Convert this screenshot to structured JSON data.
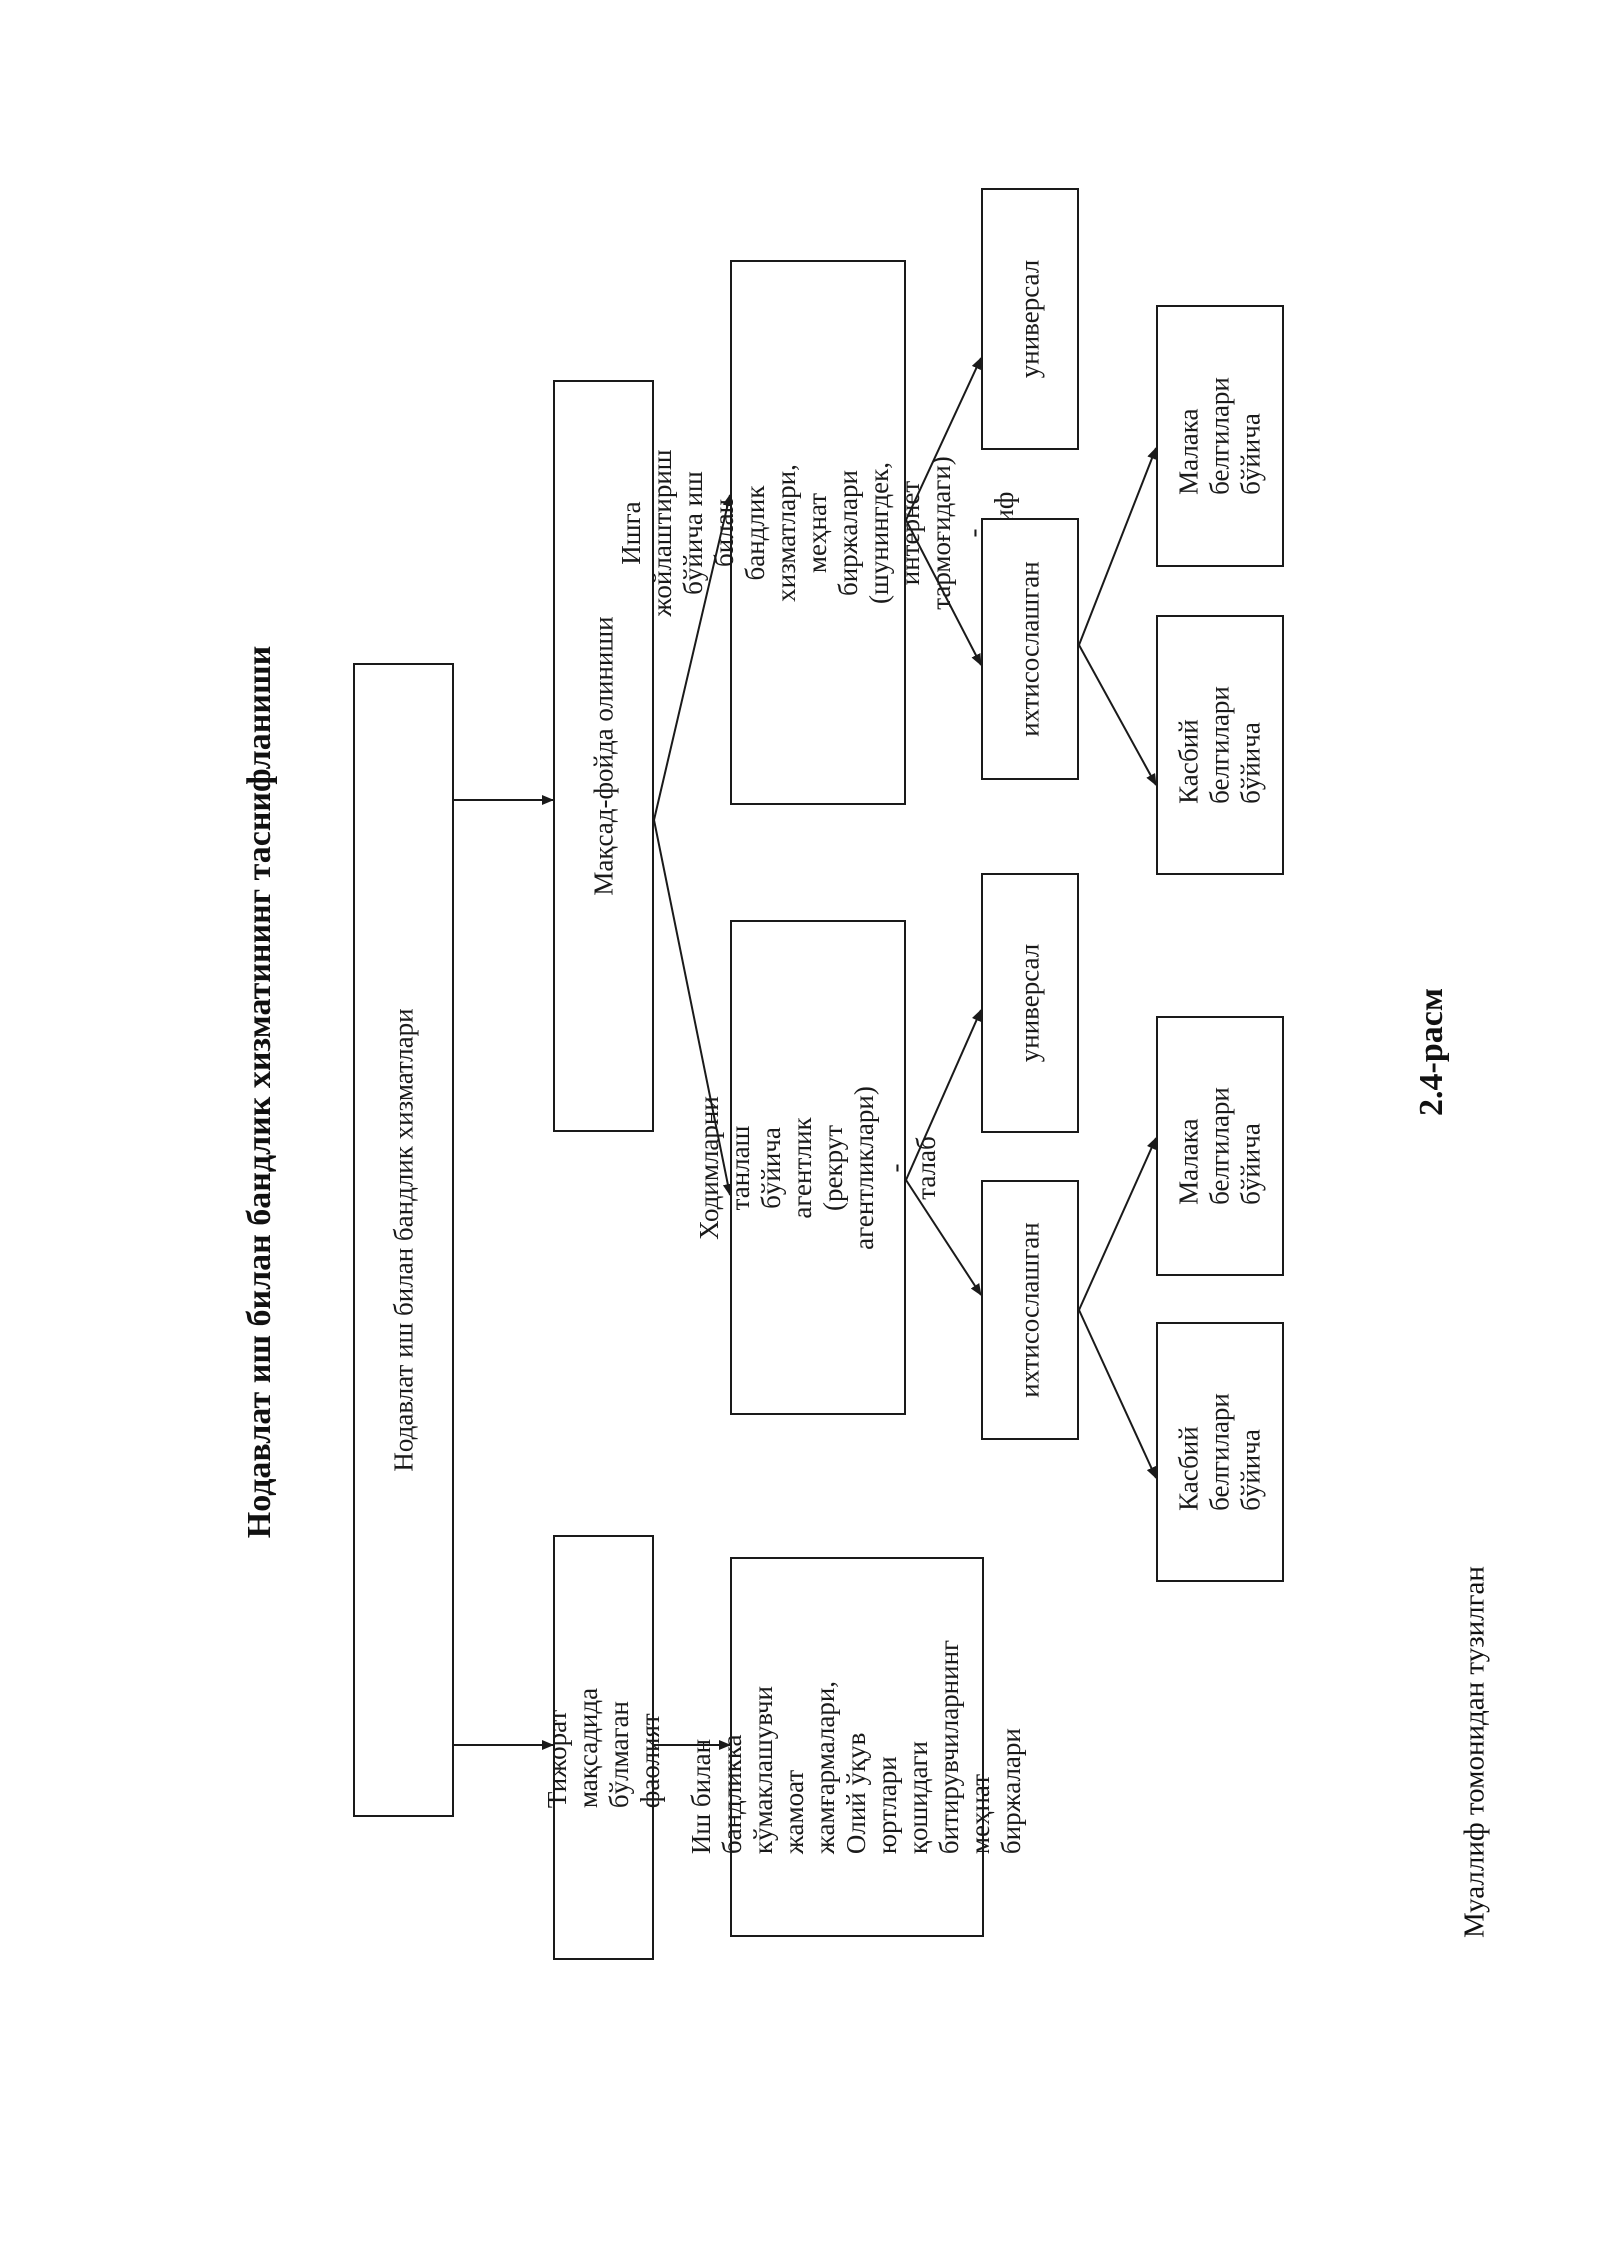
{
  "title": "Нодавлат иш билан бандлик хизматининг таснифланиши",
  "figure_label": "2.4-расм",
  "source_note": "Муаллиф томонидан тузилган",
  "nodes": {
    "root": "Нодавлат иш билан бандлик хизматлари",
    "nonprofit": "Тижорат мақсадида бўлмаган\nфаолият",
    "profit": "Мақсад-фойда олиниши",
    "nonprofit_desc": "Иш билан бандликка\nкўмаклашувчи жамоат\nжамғармалари, Олий ўқув\nюртлари қошидаги\nбитирувчиларнинг меҳнат\nбиржалари",
    "recruit": "Ходимларни танлаш бўйича\nагентлик (рекрут агентликлари) -\nталаб",
    "placement": "Ишга жойлаштириш бўйича иш билан\nбандлик хизматлари, меҳнат биржалари\n(шунингдек, интернет тармоғидаги) -\nтаклиф",
    "recruit_special": "ихтисослашган",
    "recruit_universal": "универсал",
    "placement_special": "ихтисослашган",
    "placement_universal": "универсал",
    "recruit_prof": "Касбий\nбелгилари\nбўйича",
    "recruit_qual": "Малака\nбелгилари\nбўйича",
    "placement_prof": "Касбий\nбелгилари\nбўйича",
    "placement_qual": "Малака\nбелгилари\nбўйича"
  }
}
